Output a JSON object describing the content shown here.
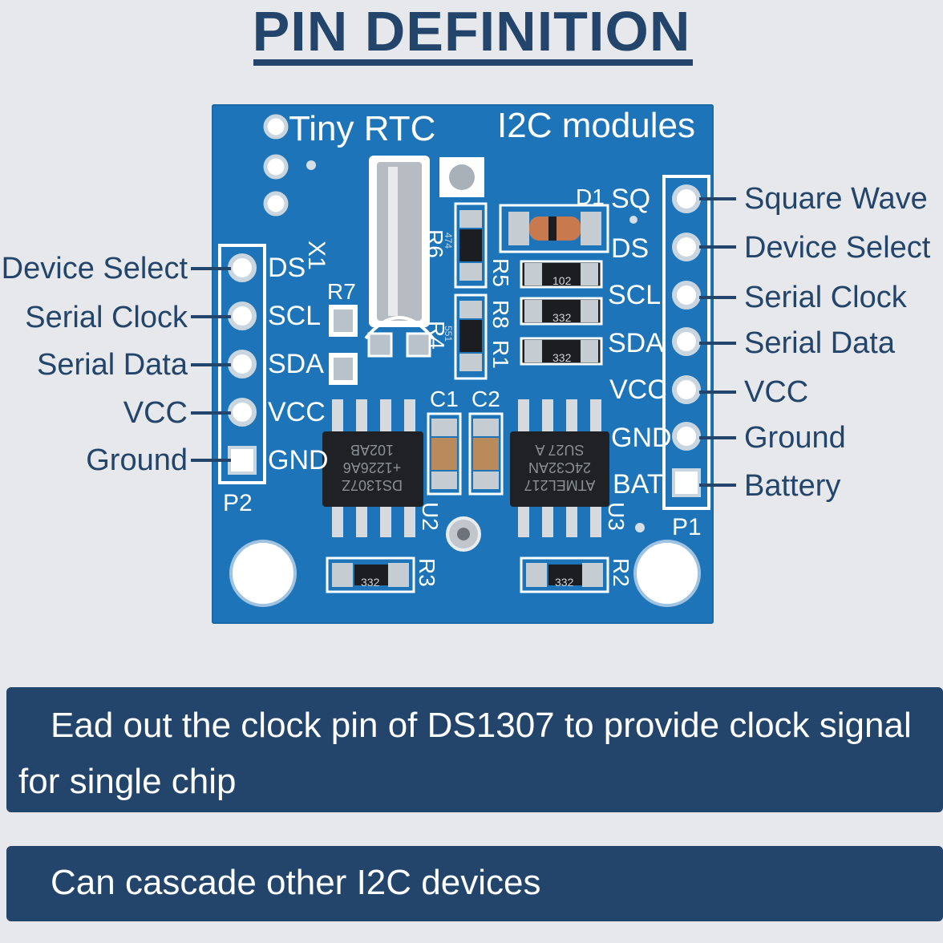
{
  "title": "PIN DEFINITION",
  "board": {
    "title_left": "Tiny RTC",
    "title_right": "I2C modules",
    "refs": {
      "x1": "X1",
      "r6": "R6",
      "r5": "R5",
      "r8": "R8",
      "r1": "R1",
      "r4": "R4",
      "r7": "R7",
      "d1": "D1",
      "c1": "C1",
      "c2": "C2",
      "u2": "U2",
      "u3": "U3",
      "r3": "R3",
      "r2": "R2",
      "p1": "P1",
      "p2": "P2"
    },
    "component_markings": {
      "r6_code": "474",
      "r5_code": "102",
      "r8_code": "332",
      "r1_code": "332",
      "r4_code": "551",
      "r3_code": "332",
      "r2_code": "332",
      "u2_line1": "DS1307Z",
      "u2_line2": "+1226A6",
      "u2_line3": "102AB",
      "u3_line1": "ATMEL217",
      "u3_line2": "24C32AN",
      "u3_line3": "SU27 A"
    },
    "p2_pins": [
      "DS",
      "SCL",
      "SDA",
      "VCC",
      "GND"
    ],
    "p1_pins": [
      "SQ",
      "DS",
      "SCL",
      "SDA",
      "VCC",
      "GND",
      "BAT"
    ]
  },
  "left_labels": [
    "Device Select",
    "Serial Clock",
    "Serial Data",
    "VCC",
    "Ground"
  ],
  "right_labels": [
    "Square Wave",
    "Device Select",
    "Serial Clock",
    "Serial Data",
    "VCC",
    "Ground",
    "Battery"
  ],
  "features": {
    "line1_a": "Ead out the clock pin of DS1307 to provide clock signal",
    "line1_b": "for single chip",
    "line2": "Can cascade other I2C devices"
  },
  "colors": {
    "heading": "#23456b",
    "board": "#1d74b8",
    "silkscreen": "#ffffff",
    "background": "#e6e8ec"
  }
}
